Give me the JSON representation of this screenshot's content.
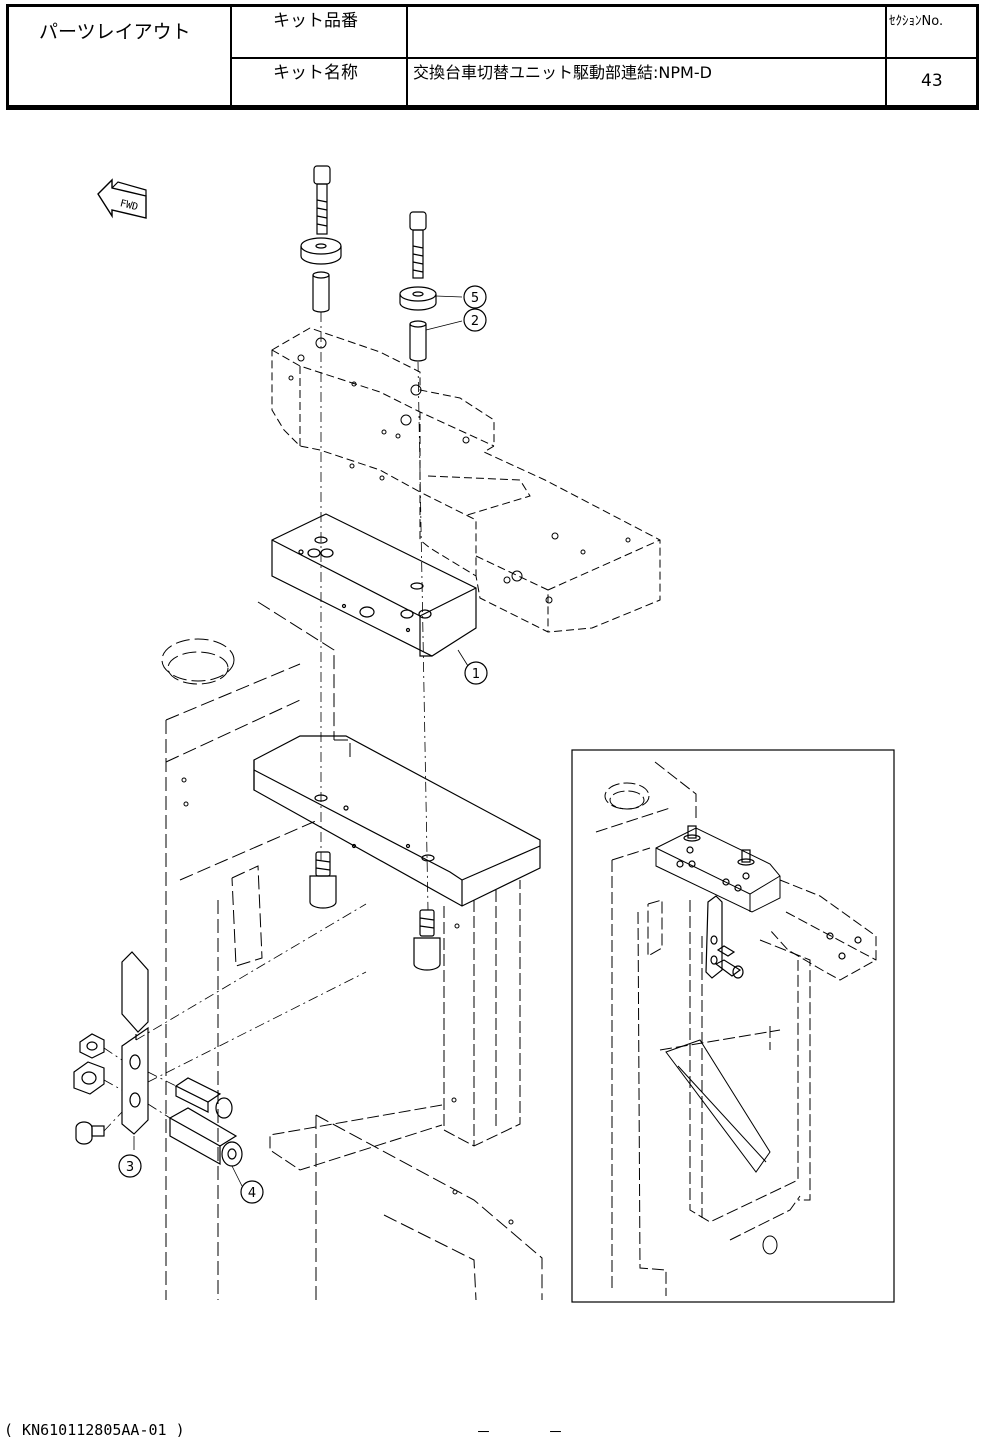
{
  "header": {
    "title": "パーツレイアウト",
    "kit_number_label": "キット品番",
    "kit_number_value": "",
    "kit_name_label": "キット名称",
    "kit_name_value": "交換台車切替ユニット駆動部連結:NPM-D",
    "section_label": "ｾｸｼｮﾝNo.",
    "section_value": "43"
  },
  "drawing": {
    "fwd_label": "FWD",
    "callouts": [
      "1",
      "2",
      "3",
      "4",
      "5"
    ]
  },
  "footer": {
    "doc_code": "( KN610112805AA-01 )",
    "page_marks": [
      "－",
      "－"
    ]
  }
}
